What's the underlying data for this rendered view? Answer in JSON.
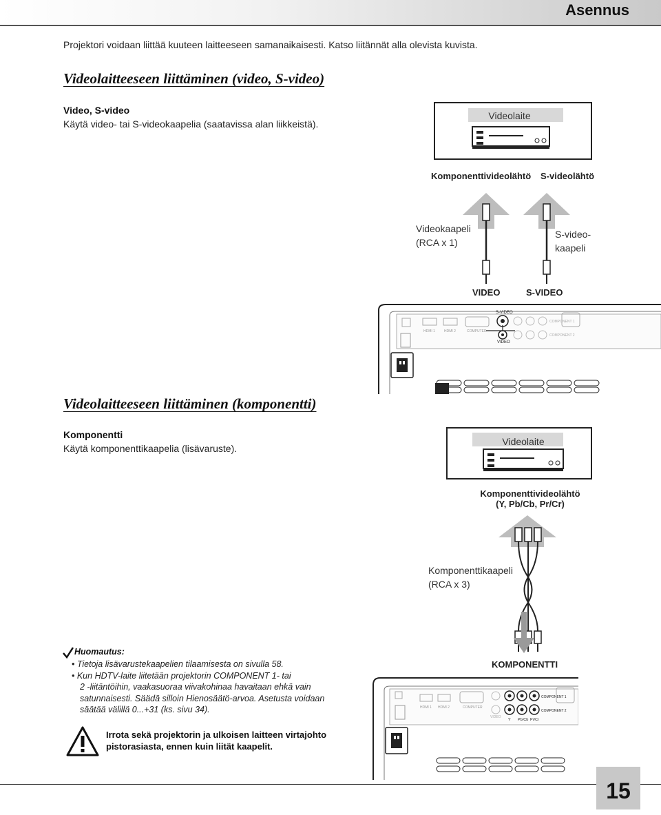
{
  "header": {
    "title": "Asennus"
  },
  "intro": "Projektori voidaan liittää kuuteen laitteeseen samanaikaisesti. Katso liitännät alla olevista kuvista.",
  "section1": {
    "title": "Videolaitteeseen liittäminen (video, S-video)",
    "subtitle": "Video, S-video",
    "text": "Käytä video- tai S-videokaapelia (saatavissa alan liikkeistä).",
    "device_label": "Videolaite",
    "out_component": "Komponenttivideolähtö",
    "out_svideo": "S-videolähtö",
    "cable1_line1": "Videokaapeli",
    "cable1_line2": "(RCA x 1)",
    "cable2_line1": "S-video-",
    "cable2_line2": "kaapeli",
    "port_video": "VIDEO",
    "port_svideo": "S-VIDEO"
  },
  "section2": {
    "title": "Videolaitteeseen liittäminen (komponentti)",
    "subtitle": "Komponentti",
    "text": "Käytä komponenttikaapelia (lisävaruste).",
    "device_label": "Videolaite",
    "out_line1": "Komponenttivideolähtö",
    "out_line2": "(Y, Pb/Cb, Pr/Cr)",
    "cable_line1": "Komponenttikaapeli",
    "cable_line2": "(RCA x 3)",
    "port_label": "KOMPONENTTI"
  },
  "note": {
    "heading": "Huomautus:",
    "items": [
      "• Tietoja lisävarustekaapelien tilaamisesta on sivulla 58.",
      "• Kun HDTV-laite liitetään projektorin COMPONENT 1- tai",
      "2 -liitäntöihin, vaakasuoraa viivakohinaa havaitaan ehkä vain",
      "satunnaisesti. Säädä silloin Hienosäätö-arvoa. Asetusta voidaan",
      "säätää välillä 0...+31 (ks. sivu 34)."
    ]
  },
  "warning": {
    "line1": "Irrota sekä projektorin ja ulkoisen laitteen virtajohto",
    "line2": "pistorasiasta, ennen kuin liität kaapelit."
  },
  "panel": {
    "hdmi1": "HDMI 1",
    "hdmi2": "HDMI 2",
    "computer": "COMPUTER",
    "component1": "COMPONENT 1",
    "component2": "COMPONENT 2",
    "y": "Y",
    "pbcb": "Pb/Cb",
    "prcr": "Pr/Cr",
    "video": "VIDEO",
    "svideo": "S-VIDEO"
  },
  "page_number": "15",
  "colors": {
    "header_gradient_end": "#c9c9c9",
    "label_box": "#d8d8d8",
    "page_tab": "#c8c8c8",
    "arrow_gray": "#9a9a9a"
  }
}
